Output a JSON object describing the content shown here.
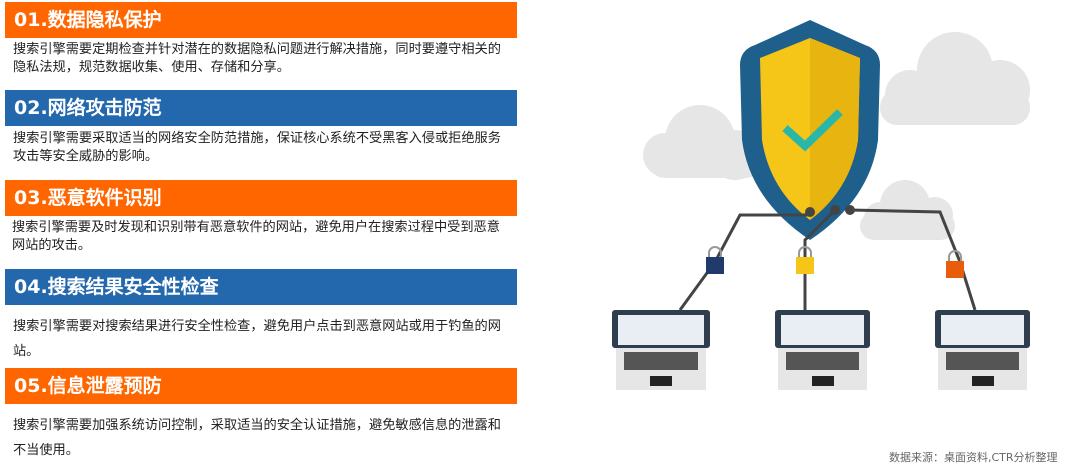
{
  "sections": [
    {
      "title": "01.数据隐私保护",
      "body": "搜索引擎需要定期检查并针对潜在的数据隐私问题进行解决措施，同时要遵守相关的隐私法规，规范数据收集、使用、存储和分享。"
    },
    {
      "title": "02.网络攻击防范",
      "body": "搜索引擎需要采取适当的网络安全防范措施，保证核心系统不受黑客入侵或拒绝服务攻击等安全威胁的影响。"
    },
    {
      "title": "03.恶意软件识别",
      "body": "搜索引擎需要及时发现和识别带有恶意软件的网站，避免用户在搜索过程中受到恶意网站的攻击。"
    },
    {
      "title": "04.搜索结果安全性检查",
      "body": "搜索引擎需要对搜索结果进行安全性检查，避免用户点击到恶意网站或用于钓鱼的网站。"
    },
    {
      "title": "05.信息泄露预防",
      "body": "搜索引擎需要加强系统访问控制，采取适当的安全认证措施，避免敏感信息的泄露和不当使用。"
    }
  ],
  "source": "数据来源：桌面资料,CTR分析整理",
  "colors": {
    "orange": "#ff6600",
    "blue": "#2368ad",
    "shield_outer": "#1f5f8b",
    "shield_inner": "#f5c518",
    "check": "#2bb7a8"
  }
}
